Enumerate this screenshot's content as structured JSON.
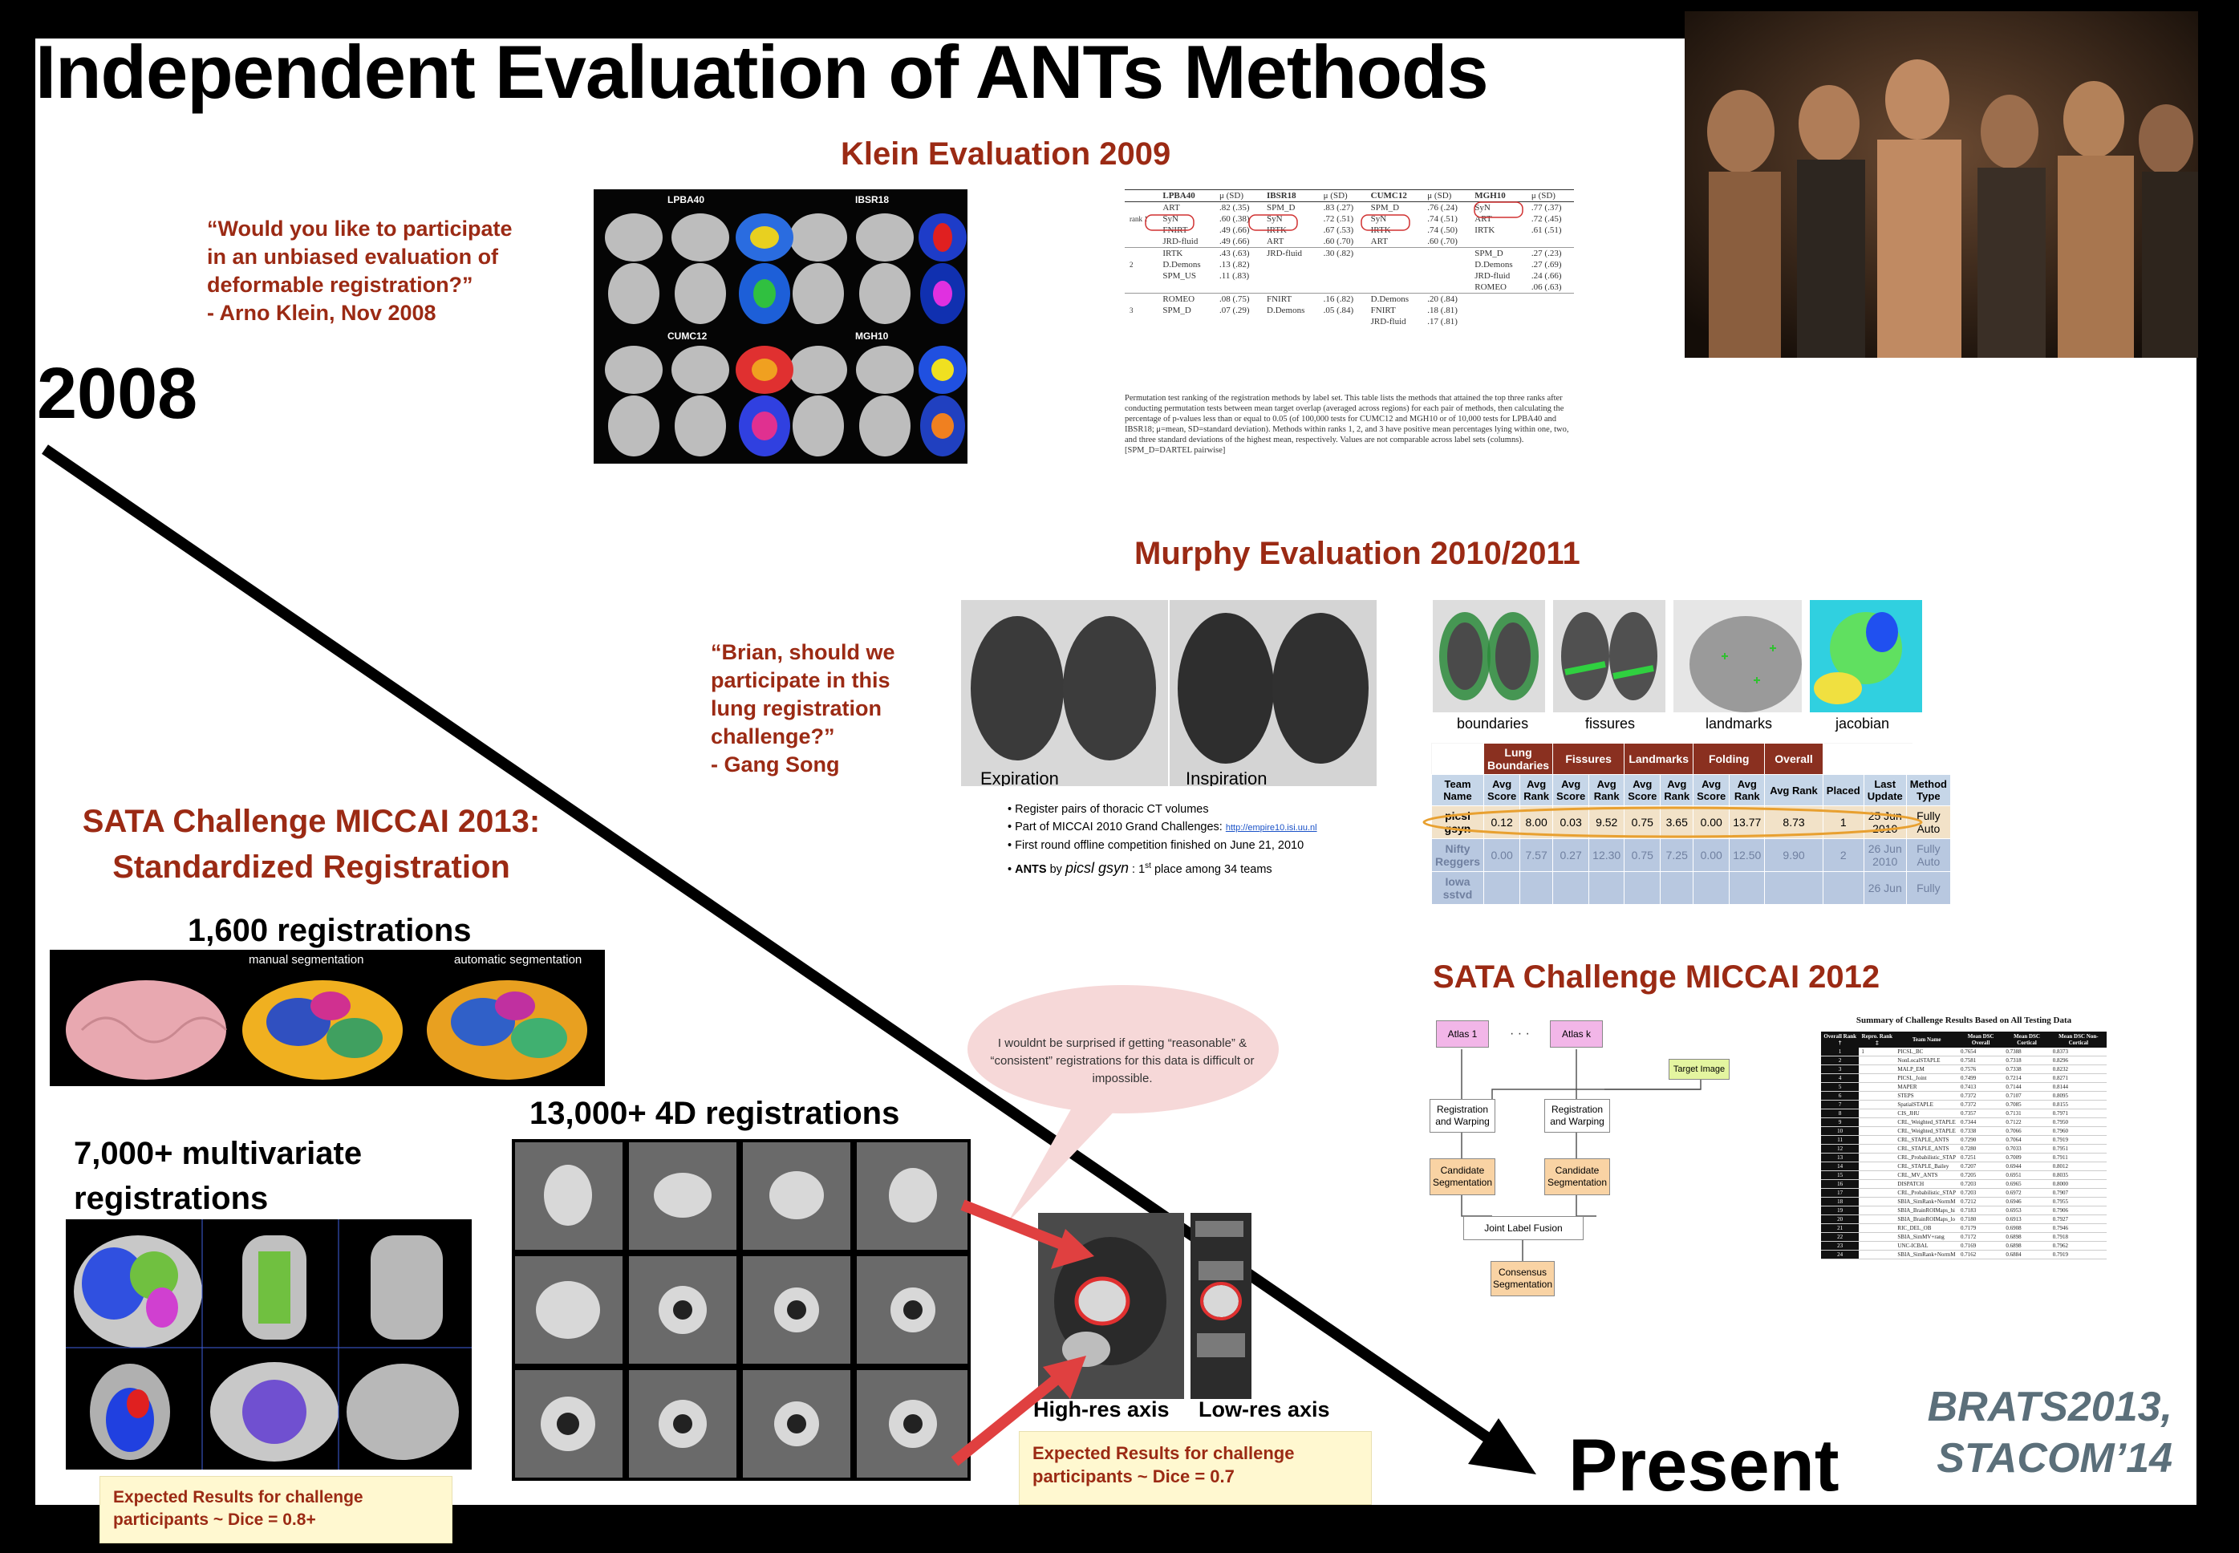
{
  "slide": {
    "title": "Independent Evaluation of ANTs Methods",
    "year_start": "2008",
    "year_end": "Present",
    "brats": "BRATS2013,\nSTACOM’14"
  },
  "klein": {
    "heading": "Klein Evaluation 2009",
    "quote": "“Would you like to participate\nin an unbiased evaluation of\ndeformable registration?”\n - Arno Klein, Nov 2008",
    "brain_labels": [
      "LPBA40",
      "IBSR18",
      "CUMC12",
      "MGH10"
    ],
    "table_headers": [
      "",
      "LPBA40",
      "μ (SD)",
      "IBSR18",
      "μ (SD)",
      "CUMC12",
      "μ (SD)",
      "MGH10",
      "μ (SD)"
    ],
    "rank_labels": [
      "rank 1",
      "2",
      "3"
    ],
    "rows": [
      [
        "ART",
        ".82 (.35)",
        "SPM_D",
        ".83 (.27)",
        "SPM_D",
        ".76 (.24)",
        "SyN",
        ".77 (.37)"
      ],
      [
        "SyN",
        ".60 (.38)",
        "SyN",
        ".72 (.51)",
        "SyN",
        ".74 (.51)",
        "ART",
        ".72 (.45)"
      ],
      [
        "FNIRT",
        ".49 (.66)",
        "IRTK",
        ".67 (.53)",
        "IRTK",
        ".74 (.50)",
        "IRTK",
        ".61 (.51)"
      ],
      [
        "JRD-fluid",
        ".49 (.66)",
        "ART",
        ".60 (.70)",
        "ART",
        ".60 (.70)",
        "",
        ""
      ],
      [
        "IRTK",
        ".43 (.63)",
        "JRD-fluid",
        ".30 (.82)",
        "",
        "",
        "SPM_D",
        ".27 (.23)"
      ],
      [
        "D.Demons",
        ".13 (.82)",
        "",
        "",
        "",
        "",
        "D.Demons",
        ".27 (.69)"
      ],
      [
        "SPM_US",
        ".11 (.83)",
        "",
        "",
        "",
        "",
        "JRD-fluid",
        ".24 (.66)"
      ],
      [
        "",
        "",
        "",
        "",
        "",
        "",
        "ROMEO",
        ".06 (.63)"
      ],
      [
        "ROMEO",
        ".08 (.75)",
        "FNIRT",
        ".16 (.82)",
        "D.Demons",
        ".20 (.84)",
        "",
        ""
      ],
      [
        "SPM_D",
        ".07 (.29)",
        "D.Demons",
        ".05 (.84)",
        "FNIRT",
        ".18 (.81)",
        "",
        ""
      ],
      [
        "",
        "",
        "",
        "",
        "JRD-fluid",
        ".17 (.81)",
        "",
        ""
      ]
    ],
    "caption": "Permutation test ranking of the registration methods by label set. This table lists the methods that attained the top three ranks after conducting permutation tests between mean target overlap (averaged across regions) for each pair of methods, then calculating the percentage of p-values less than or equal to 0.05 (of 100,000 tests for CUMC12 and MGH10 or of 10,000 tests for LPBA40 and IBSR18; μ=mean, SD=standard deviation). Methods within ranks 1, 2, and 3 have positive mean percentages lying within one, two, and three standard deviations of the highest mean, respectively. Values are not comparable across label sets (columns). [SPM_D=DARTEL pairwise]"
  },
  "murphy": {
    "heading": "Murphy Evaluation 2010/2011",
    "quote": "“Brian, should we\nparticipate in this\nlung registration\nchallenge?”\n - Gang Song",
    "ct_labels": [
      "Expiration",
      "Inspiration"
    ],
    "map_labels": [
      "boundaries",
      "fissures",
      "landmarks",
      "jacobian"
    ],
    "bullets": [
      "Register pairs of thoracic CT volumes",
      "Part of MICCAI 2010 Grand Challenges:",
      "First round offline competition finished on June 21, 2010"
    ],
    "link": "http://empire10.isi.uu.nl",
    "ants_line_prefix": "ANTS",
    "ants_line_by": " by ",
    "ants_team": "picsl  gsyn",
    "ants_line_rest": " :  1",
    "ants_sup": "st",
    "ants_tail": "  place among 34 teams",
    "group_headers": [
      "Lung Boundaries",
      "Fissures",
      "Landmarks",
      "Folding",
      "Overall"
    ],
    "col_headers": [
      "Team Name",
      "Avg Score",
      "Avg Rank",
      "Avg Score",
      "Avg Rank",
      "Avg Score",
      "Avg Rank",
      "Avg Score",
      "Avg Rank",
      "Avg Rank",
      "Placed",
      "Last Update",
      "Method Type"
    ],
    "rows": [
      [
        "picsl gsyn",
        "0.12",
        "8.00",
        "0.03",
        "9.52",
        "0.75",
        "3.65",
        "0.00",
        "13.77",
        "8.73",
        "1",
        "25 Jun 2010",
        "Fully Auto"
      ],
      [
        "Nifty Reggers",
        "0.00",
        "7.57",
        "0.27",
        "12.30",
        "0.75",
        "7.25",
        "0.00",
        "12.50",
        "9.90",
        "2",
        "26 Jun 2010",
        "Fully Auto"
      ],
      [
        "Iowa sstvd",
        "",
        "",
        "",
        "",
        "",
        "",
        "",
        "",
        "",
        "",
        "26 Jun",
        "Fully"
      ]
    ]
  },
  "sata2013": {
    "heading": "SATA Challenge MICCAI 2013:\nStandardized Registration",
    "count_1600": "1,600 registrations",
    "manual_label": "manual segmentation",
    "auto_label": "automatic segmentation",
    "count_7000": "7,000+ multivariate\nregistrations",
    "note": "Expected Results for challenge\nparticipants ~ Dice = 0.8+"
  },
  "cardiac": {
    "count_13000": "13,000+ 4D registrations",
    "bubble": "I wouldnt be surprised if getting “reasonable” & “consistent” registrations for this data is difficult or impossible.",
    "high_res": "High-res axis",
    "low_res": "Low-res axis",
    "note": "Expected Results for challenge\nparticipants ~ Dice = 0.7"
  },
  "sata2012": {
    "heading": "SATA Challenge MICCAI 2012",
    "atlas1": "Atlas 1",
    "dots": "· · ·",
    "atlask": "Atlas k",
    "target": "Target Image",
    "reg1": "Registration\nand Warping",
    "reg2": "Registration\nand Warping",
    "cand1": "Candidate\nSegmentation",
    "cand2": "Candidate\nSegmentation",
    "jlf": "Joint Label Fusion",
    "consensus": "Consensus\nSegmentation",
    "table_title": "Summary of Challenge Results Based on All Testing Data",
    "table_headers": [
      "Overall Rank †",
      "Repro. Rank ‡",
      "Team Name",
      "Mean DSC Overall",
      "Mean DSC Cortical",
      "Mean DSC Non-Cortical"
    ],
    "table_rows": [
      [
        "1",
        "1",
        "PICSL_BC",
        "0.7654",
        "0.7388",
        "0.8373"
      ],
      [
        "2",
        "",
        "NonLocalSTAPLE",
        "0.7581",
        "0.7318",
        "0.8296"
      ],
      [
        "3",
        "",
        "MALP_EM",
        "0.7576",
        "0.7338",
        "0.8232"
      ],
      [
        "4",
        "",
        "PICSL_Joint",
        "0.7499",
        "0.7214",
        "0.8271"
      ],
      [
        "5",
        "",
        "MAPER",
        "0.7413",
        "0.7144",
        "0.8144"
      ],
      [
        "6",
        "",
        "STEPS",
        "0.7372",
        "0.7107",
        "0.8095"
      ],
      [
        "7",
        "",
        "SpatialSTAPLE",
        "0.7372",
        "0.7085",
        "0.8155"
      ],
      [
        "8",
        "",
        "CIS_JHU",
        "0.7357",
        "0.7131",
        "0.7971"
      ],
      [
        "9",
        "",
        "CRL_Weighted_STAPLE",
        "0.7344",
        "0.7122",
        "0.7950"
      ],
      [
        "10",
        "",
        "CRL_Weighted_STAPLE",
        "0.7338",
        "0.7066",
        "0.7960"
      ],
      [
        "11",
        "",
        "CRL_STAPLE_ANTS",
        "0.7290",
        "0.7064",
        "0.7919"
      ],
      [
        "12",
        "",
        "CRL_STAPLE_ANTS",
        "0.7280",
        "0.7033",
        "0.7951"
      ],
      [
        "13",
        "",
        "CRL_Probabilistic_STAP",
        "0.7251",
        "0.7009",
        "0.7911"
      ],
      [
        "14",
        "",
        "CRL_STAPLE_Bailey",
        "0.7207",
        "0.6944",
        "0.8012"
      ],
      [
        "15",
        "",
        "CRL_MV_ANTS",
        "0.7205",
        "0.6951",
        "0.8035"
      ],
      [
        "16",
        "",
        "DISPATCH",
        "0.7203",
        "0.6965",
        "0.8000"
      ],
      [
        "17",
        "",
        "CRL_Probabilistic_STAP",
        "0.7203",
        "0.6972",
        "0.7907"
      ],
      [
        "18",
        "",
        "SBIA_SimRank+NormM",
        "0.7212",
        "0.6946",
        "0.7955"
      ],
      [
        "19",
        "",
        "SBIA_BrainROIMaps_hi",
        "0.7183",
        "0.6953",
        "0.7906"
      ],
      [
        "20",
        "",
        "SBIA_BrainROIMaps_lo",
        "0.7180",
        "0.6913",
        "0.7927"
      ],
      [
        "21",
        "",
        "RIC_DEL_OB",
        "0.7179",
        "0.6908",
        "0.7946"
      ],
      [
        "22",
        "",
        "SBIA_SimMV+rang",
        "0.7172",
        "0.6898",
        "0.7918"
      ],
      [
        "23",
        "",
        "UNC-ICBAL",
        "0.7169",
        "0.6898",
        "0.7962"
      ],
      [
        "24",
        "",
        "SBIA_SimRank+NormM",
        "0.7162",
        "0.6884",
        "0.7919"
      ]
    ]
  },
  "colors": {
    "heading_red": "#9b2a14",
    "note_bg": "#fff8d0",
    "arrow_red": "#e04040",
    "brats_gray": "#5b6f7a",
    "atlas_pink": "#f2b6e8",
    "target_green": "#e4f5a0",
    "cand_orange": "#f9d3a4"
  }
}
